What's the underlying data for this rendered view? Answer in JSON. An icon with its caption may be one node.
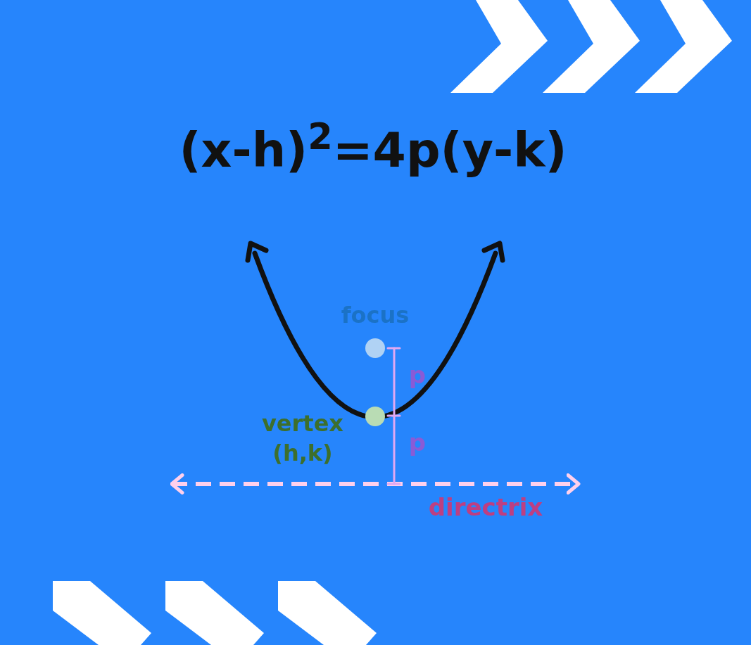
{
  "diagram": {
    "title": "(x-h)$^{2}$=4p(y-k)",
    "nodes": [
      {
        "text": [],
        "shape": "circle",
        "beside": [
          "focus"
        ]
      },
      {
        "text": [],
        "shape": "circle",
        "beside": [
          "vertex (h,k)"
        ]
      }
    ],
    "labels": [
      "p",
      "p",
      "directrix"
    ]
  }
}
